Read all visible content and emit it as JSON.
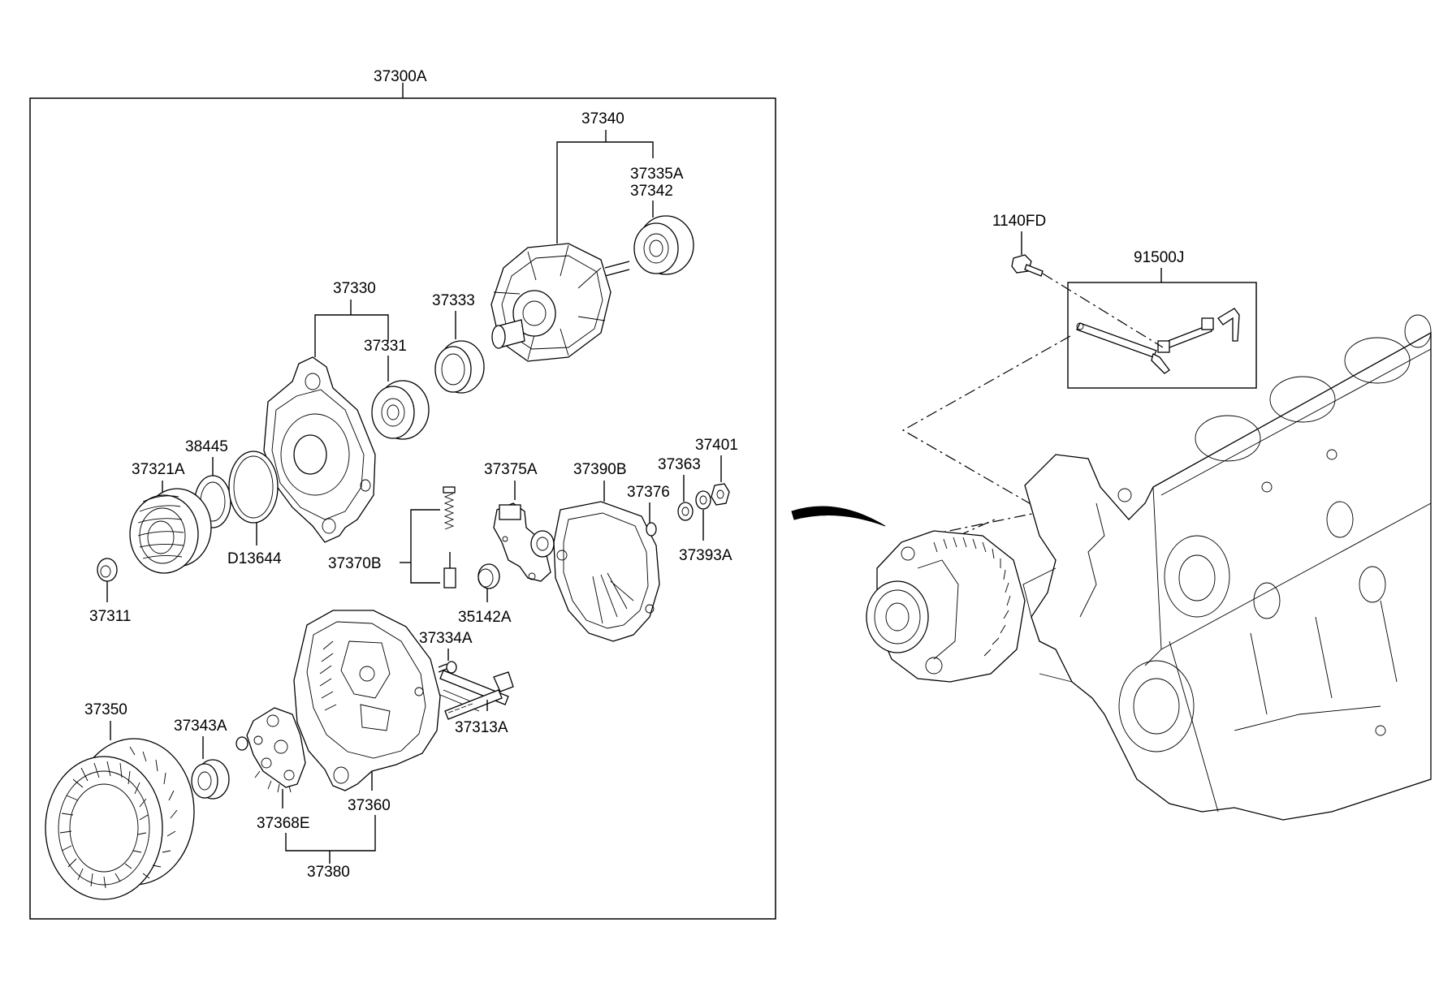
{
  "labels": {
    "assembly_alternator": "37300A",
    "rotor_assembly": "37340",
    "bearing_front": "37335A",
    "bearing_rear": "37342",
    "front_bracket_assembly": "37330",
    "front_bearing": "37331",
    "bearing_cover": "37333",
    "spacer": "38445",
    "pulley": "37321A",
    "retainer": "D13644",
    "nut_pulley": "37311",
    "regulator": "37375A",
    "rear_cover": "37390B",
    "washer_small": "37376",
    "washer": "37363",
    "nut": "37401",
    "insulator": "37393A",
    "brush_set": "37370B",
    "bushing": "35142A",
    "screw_small": "37334A",
    "through_bolt": "37313A",
    "stator": "37350",
    "rear_bearing": "37343A",
    "rectifier": "37368E",
    "rear_bracket": "37360",
    "rear_bracket_assembly": "37380",
    "bolt_bracket": "1140FD",
    "wiring_bracket": "91500J"
  }
}
